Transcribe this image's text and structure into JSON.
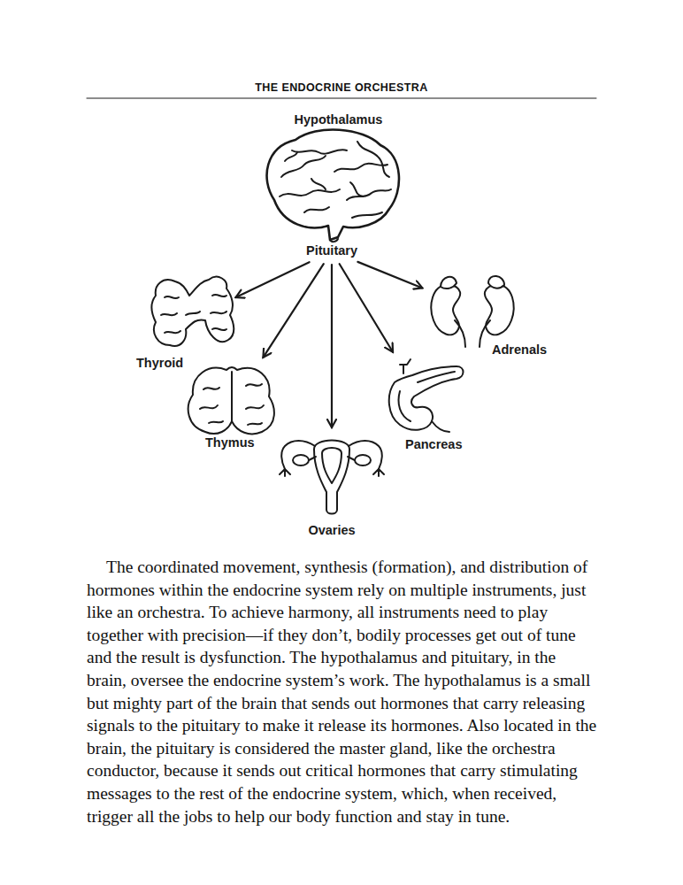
{
  "diagram": {
    "title": "THE ENDOCRINE ORCHESTRA",
    "nodes": [
      {
        "text": [
          "Hypothalamus"
        ]
      },
      {
        "text": [
          "Pituitary"
        ]
      },
      {
        "text": [
          "Thyroid"
        ]
      },
      {
        "text": [
          "Thymus"
        ]
      },
      {
        "text": [
          "Ovaries"
        ]
      },
      {
        "text": [
          "Pancreas"
        ]
      },
      {
        "text": [
          "Adrenals"
        ]
      }
    ],
    "edges": [
      {
        "from": 1,
        "to": 2,
        "arrow": "to"
      },
      {
        "from": 1,
        "to": 3,
        "arrow": "to"
      },
      {
        "from": 1,
        "to": 4,
        "arrow": "to"
      },
      {
        "from": 1,
        "to": 5,
        "arrow": "to"
      },
      {
        "from": 1,
        "to": 6,
        "arrow": "to"
      }
    ],
    "labels": [
      "The coordinated movement, synthesis (formation), and distribution of hormones within the endocrine system rely on multiple instruments, just like an orchestra. To achieve harmony, all instruments need to play together with precision—if they don’t, bodily processes get out of tune and the result is dysfunction. The hypothalamus and pituitary, in the brain, oversee the endocrine system’s work. The hypothalamus is a small but mighty part of the brain that sends out hormones that carry releasing signals to the pituitary to make it release its hormones. Also located in the brain, the pituitary is considered the master gland, like the orchestra conductor, because it sends out critical hormones that carry stimulating messages to the rest of the endocrine system, which, when received, trigger all the jobs to help our body function and stay in tune."
    ]
  }
}
